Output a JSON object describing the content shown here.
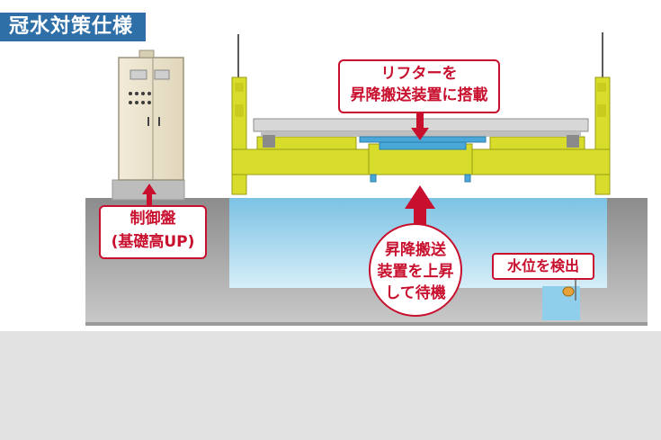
{
  "title": "冠水対策仕様",
  "callouts": {
    "lifter": [
      "リフターを",
      "昇降搬送装置に搭載"
    ],
    "control_panel": [
      "制御盤",
      "(基礎高UP)"
    ],
    "standby": [
      "昇降搬送",
      "装置を上昇",
      "して待機"
    ],
    "water_level": "水位を検出"
  },
  "colors": {
    "title_bg": "#2f6fa8",
    "accent_red": "#c8102e",
    "frame_yellow": "#d8dc2a",
    "water": "#a8d8ee",
    "ground": "#a9a9a9",
    "lift_blue": "#4aa8d8"
  }
}
